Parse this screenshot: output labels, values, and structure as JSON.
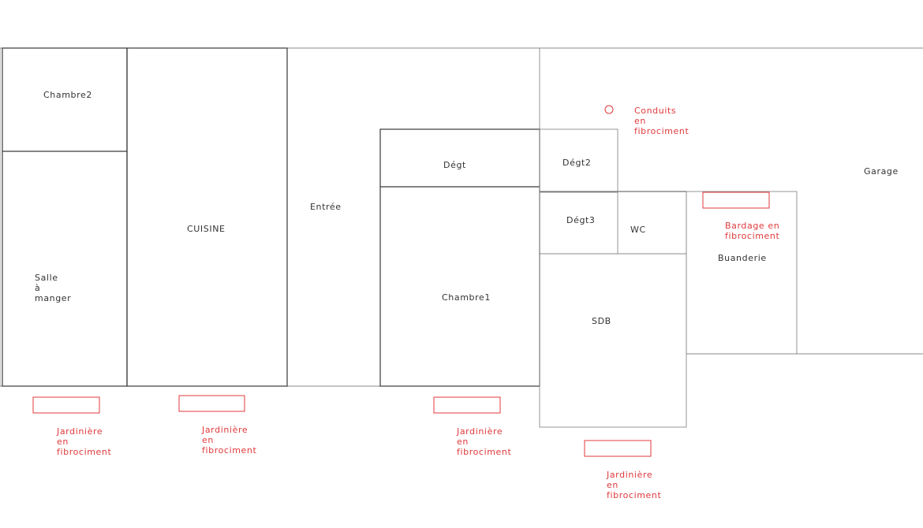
{
  "colors": {
    "walls": "#3a3a3a",
    "annotation": "#e0393b",
    "background": "#ffffff"
  },
  "rooms": {
    "chambre2": "Chambre2",
    "salle_line1": "Salle",
    "salle_line2": "à",
    "salle_line3": "manger",
    "cuisine": "CUISINE",
    "entree": "Entrée",
    "degt": "Dégt",
    "degt2": "Dégt2",
    "degt3": "Dégt3",
    "wc": "WC",
    "chambre1": "Chambre1",
    "sdb": "SDB",
    "buanderie": "Buanderie",
    "garage": "Garage"
  },
  "annotations": {
    "conduits": {
      "line1": "Conduits",
      "line2": "en",
      "line3": "fibrociment"
    },
    "bardage": {
      "line1": "Bardage en",
      "line2": "fibrociment"
    },
    "jardiniere1": {
      "line1": "Jardinière",
      "line2": "en",
      "line3": "fibrociment"
    },
    "jardiniere2": {
      "line1": "Jardinière",
      "line2": "en",
      "line3": "fibrociment"
    },
    "jardiniere3": {
      "line1": "Jardinière",
      "line2": "en",
      "line3": "fibrociment"
    },
    "jardiniere4": {
      "line1": "Jardinière",
      "line2": "en",
      "line3": "fibrociment"
    }
  }
}
